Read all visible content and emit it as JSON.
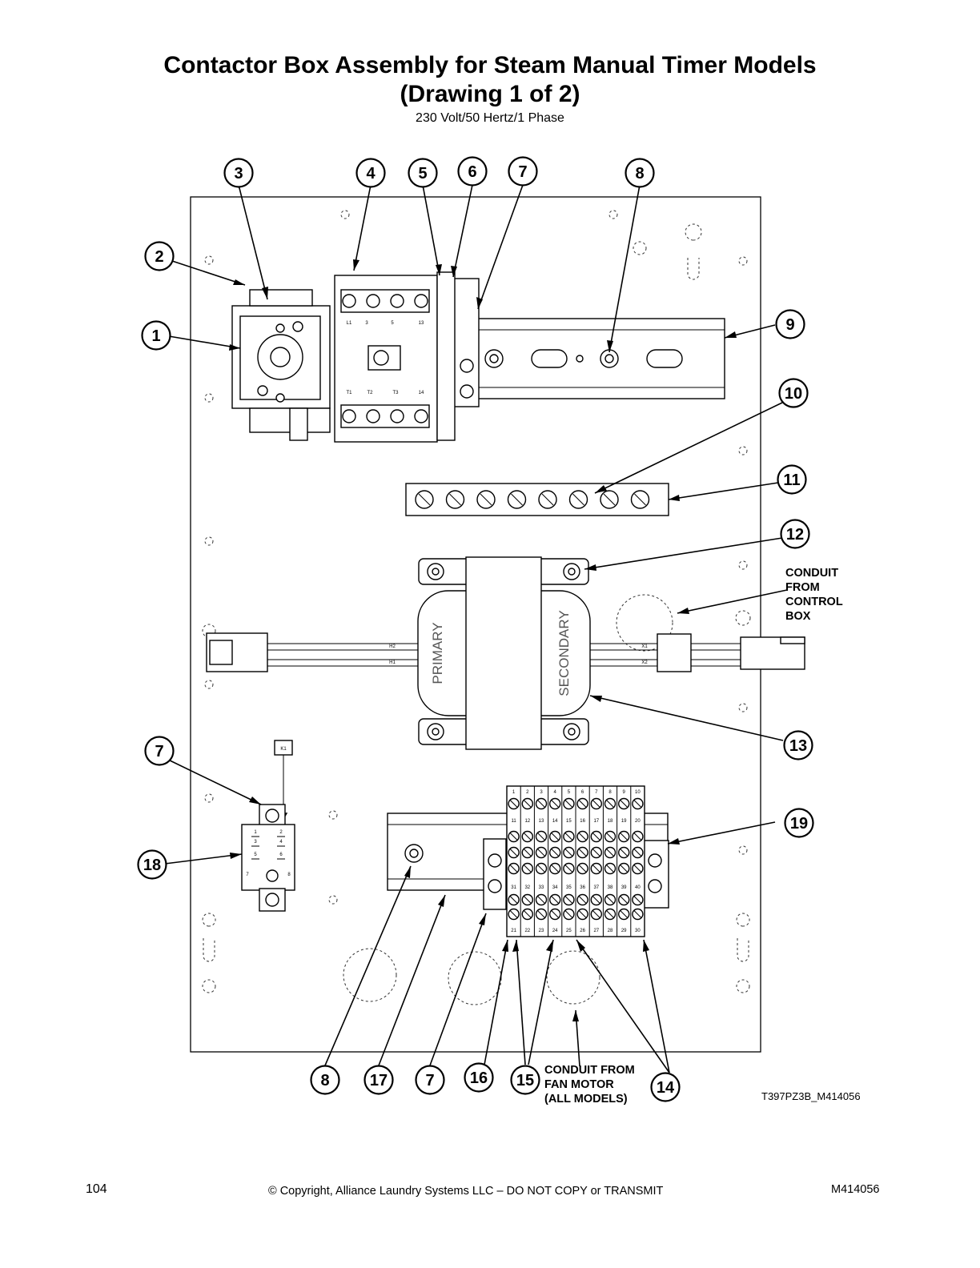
{
  "header": {
    "title_line1": "Contactor Box Assembly for Steam Manual Timer Models",
    "title_line2": "(Drawing 1 of 2)",
    "subtitle": "230 Volt/50 Hertz/1 Phase"
  },
  "callouts": [
    "3",
    "4",
    "5",
    "6",
    "7",
    "8",
    "2",
    "9",
    "1",
    "10",
    "11",
    "12",
    "13",
    "19",
    "7",
    "18",
    "8",
    "17",
    "7",
    "16",
    "15",
    "14"
  ],
  "transformer": {
    "primary": "PRIMARY",
    "secondary": "SECONDARY",
    "h2": "H2",
    "h1": "H1",
    "x1": "X1",
    "x2": "X2"
  },
  "relay": {
    "label": "K1",
    "pins": [
      "1",
      "2",
      "3",
      "4",
      "5",
      "6",
      "7",
      "8"
    ]
  },
  "contactor": {
    "labels": [
      "L1",
      "3",
      "5",
      "13",
      "T1",
      "T2",
      "T3",
      "14"
    ]
  },
  "terminal_block": {
    "row1": [
      "1",
      "2",
      "3",
      "4",
      "5",
      "6",
      "7",
      "8",
      "9",
      "10"
    ],
    "row2": [
      "11",
      "12",
      "13",
      "14",
      "15",
      "16",
      "17",
      "18",
      "19",
      "20"
    ],
    "row3": [
      "31",
      "32",
      "33",
      "34",
      "35",
      "36",
      "37",
      "38",
      "39",
      "40"
    ],
    "row4": [
      "21",
      "22",
      "23",
      "24",
      "25",
      "26",
      "27",
      "28",
      "29",
      "30"
    ]
  },
  "notes": {
    "conduit_control": "CONDUIT\nFROM\nCONTROL\nBOX",
    "conduit_fan": "CONDUIT FROM\nFAN MOTOR\n(ALL MODELS)"
  },
  "drawing_number": "T397PZ3B_M414056",
  "footer": {
    "page_number": "104",
    "copyright": "© Copyright, Alliance Laundry Systems LLC – DO NOT COPY or TRANSMIT",
    "doc_number": "M414056"
  }
}
